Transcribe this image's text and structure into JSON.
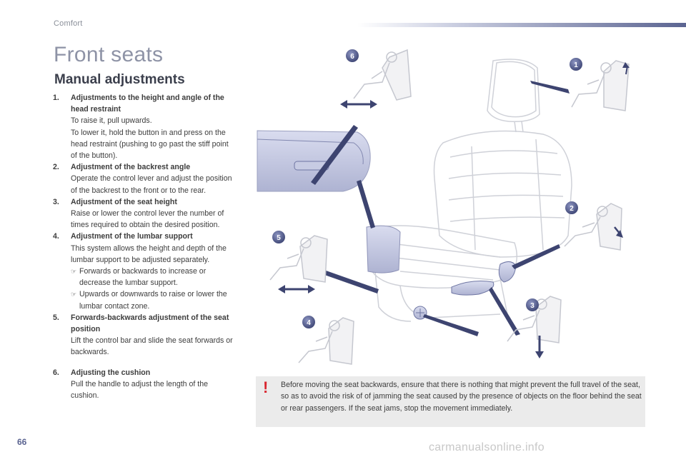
{
  "header": {
    "section": "Comfort"
  },
  "page": {
    "title": "Front seats",
    "subtitle": "Manual adjustments",
    "number": "66"
  },
  "items": [
    {
      "num": "1.",
      "title": "Adjustments to the height and angle of the head restraint",
      "lines": [
        "To raise it, pull upwards.",
        "To lower it, hold the button in and press on the head restraint (pushing to go past the stiff point of the button)."
      ]
    },
    {
      "num": "2.",
      "title": "Adjustment of the backrest angle",
      "lines": [
        "Operate the control lever and adjust the position of the backrest to the front or to the rear."
      ]
    },
    {
      "num": "3.",
      "title": "Adjustment of the seat height",
      "lines": [
        "Raise or lower the control lever the number of times required to obtain the desired position."
      ]
    },
    {
      "num": "4.",
      "title": "Adjustment of the lumbar support",
      "lines": [
        "This system allows the height and depth of the lumbar support to be adjusted separately."
      ],
      "bullets": [
        "Forwards or backwards to increase or decrease the lumbar support.",
        "Upwards or downwards to raise or lower the lumbar contact zone."
      ]
    },
    {
      "num": "5.",
      "title": "Forwards-backwards adjustment of the seat position",
      "lines": [
        "Lift the control bar and slide the seat forwards or backwards."
      ]
    },
    {
      "num": "6.",
      "title": "Adjusting the cushion",
      "lines": [
        "Pull the handle to adjust the length of the cushion."
      ]
    }
  ],
  "bullet_icon": "hand-pointer-icon",
  "callouts": [
    "1",
    "2",
    "3",
    "4",
    "5",
    "6"
  ],
  "warning": {
    "icon": "!",
    "text": "Before moving the seat backwards, ensure that there is nothing that might prevent the full travel of the seat, so as to avoid the risk of of jamming the seat caused by the presence of objects on the floor behind the seat or rear passengers. If the seat jams, stop the movement immediately."
  },
  "watermark": "carmanualsonline.info",
  "colors": {
    "accent": "#5b6491",
    "warning": "#d9262f",
    "callout": "#4a5280",
    "title": "#8e93a6"
  }
}
